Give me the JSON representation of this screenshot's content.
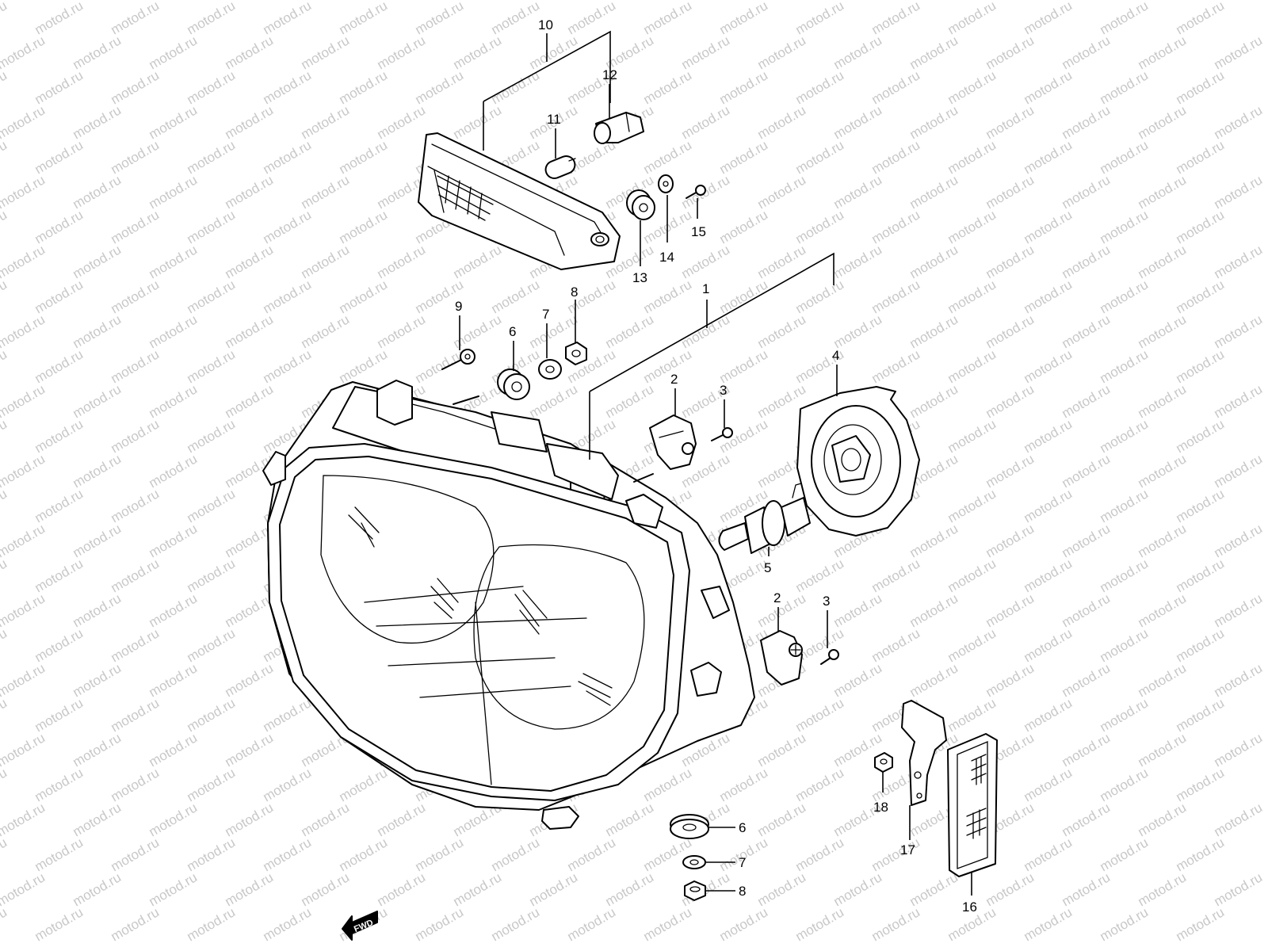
{
  "watermark": {
    "text": "motod.ru"
  },
  "direction_arrow": {
    "label": "FWD"
  },
  "callouts": [
    {
      "id": "c1",
      "label": "1"
    },
    {
      "id": "c2a",
      "label": "2"
    },
    {
      "id": "c2b",
      "label": "2"
    },
    {
      "id": "c3a",
      "label": "3"
    },
    {
      "id": "c3b",
      "label": "3"
    },
    {
      "id": "c4",
      "label": "4"
    },
    {
      "id": "c5",
      "label": "5"
    },
    {
      "id": "c6a",
      "label": "6"
    },
    {
      "id": "c6b",
      "label": "6"
    },
    {
      "id": "c7a",
      "label": "7"
    },
    {
      "id": "c7b",
      "label": "7"
    },
    {
      "id": "c8a",
      "label": "8"
    },
    {
      "id": "c8b",
      "label": "8"
    },
    {
      "id": "c9",
      "label": "9"
    },
    {
      "id": "c10",
      "label": "10"
    },
    {
      "id": "c11",
      "label": "11"
    },
    {
      "id": "c12",
      "label": "12"
    },
    {
      "id": "c13",
      "label": "13"
    },
    {
      "id": "c14",
      "label": "14"
    },
    {
      "id": "c15",
      "label": "15"
    },
    {
      "id": "c16",
      "label": "16"
    },
    {
      "id": "c17",
      "label": "17"
    },
    {
      "id": "c18",
      "label": "18"
    }
  ]
}
